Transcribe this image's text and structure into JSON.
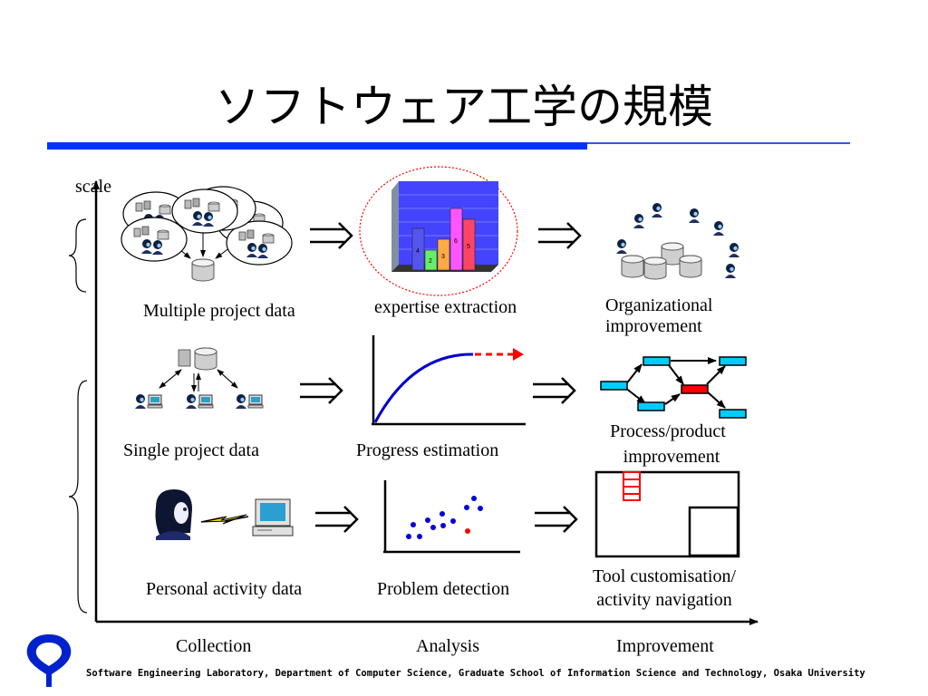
{
  "title": "ソフトウェア工学の規模",
  "axis": {
    "y_label": "scale"
  },
  "columns": [
    "Collection",
    "Analysis",
    "Improvement"
  ],
  "rows": {
    "multiple": {
      "collection": "Multiple project data",
      "analysis": "expertise extraction",
      "improvement_line1": "Organizational",
      "improvement_line2": "improvement",
      "bar_numbers": [
        "4",
        "2",
        "3",
        "6",
        "5"
      ]
    },
    "single": {
      "collection": "Single project data",
      "analysis": "Progress estimation",
      "improvement_line1": "Process/product",
      "improvement_line2": "improvement"
    },
    "personal": {
      "collection": "Personal activity data",
      "analysis": "Problem detection",
      "improvement_line1": "Tool customisation/",
      "improvement_line2": "activity navigation"
    }
  },
  "footer": "Software Engineering Laboratory, Department of Computer Science, Graduate School of Information Science and Technology, Osaka University",
  "colors": {
    "accent": "#0033ff",
    "curve": "#0000cc",
    "highlight": "#ff0000",
    "process_box": "#00ccff"
  }
}
